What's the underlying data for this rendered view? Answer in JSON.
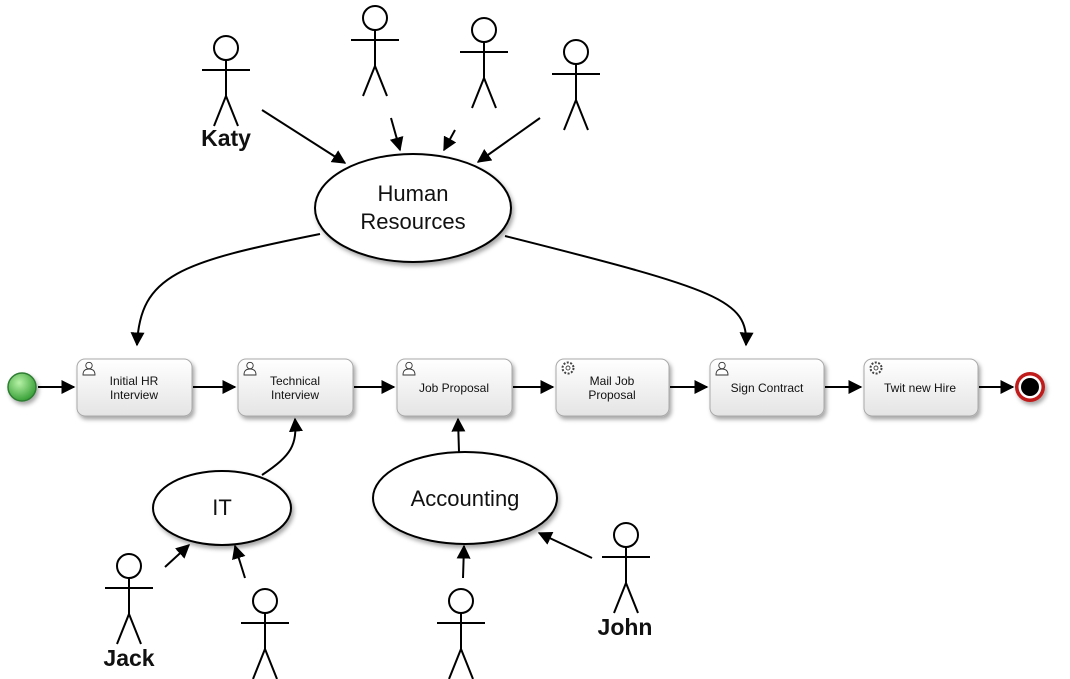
{
  "diagram": {
    "type": "bpmn-process",
    "start_event": "start",
    "end_event": "end",
    "tasks": [
      {
        "id": "t1",
        "label_lines": [
          "Initial HR",
          "Interview"
        ],
        "kind": "user"
      },
      {
        "id": "t2",
        "label_lines": [
          "Technical",
          "Interview"
        ],
        "kind": "user"
      },
      {
        "id": "t3",
        "label_lines": [
          "Job Proposal"
        ],
        "kind": "user"
      },
      {
        "id": "t4",
        "label_lines": [
          "Mail Job",
          "Proposal"
        ],
        "kind": "service"
      },
      {
        "id": "t5",
        "label_lines": [
          "Sign Contract"
        ],
        "kind": "user"
      },
      {
        "id": "t6",
        "label_lines": [
          "Twit new Hire"
        ],
        "kind": "service"
      }
    ],
    "groups": [
      {
        "id": "hr",
        "label_lines": [
          "Human",
          "Resources"
        ]
      },
      {
        "id": "it",
        "label_lines": [
          "IT"
        ]
      },
      {
        "id": "acc",
        "label_lines": [
          "Accounting"
        ]
      }
    ],
    "actors": [
      {
        "id": "a1",
        "name": "Katy",
        "group": "hr"
      },
      {
        "id": "a2",
        "name": "",
        "group": "hr"
      },
      {
        "id": "a3",
        "name": "",
        "group": "hr"
      },
      {
        "id": "a4",
        "name": "",
        "group": "hr"
      },
      {
        "id": "a5",
        "name": "Jack",
        "group": "it"
      },
      {
        "id": "a6",
        "name": "",
        "group": "it"
      },
      {
        "id": "a7",
        "name": "",
        "group": "acc"
      },
      {
        "id": "a8",
        "name": "John",
        "group": "acc"
      }
    ],
    "flow": [
      [
        "start",
        "t1"
      ],
      [
        "t1",
        "t2"
      ],
      [
        "t2",
        "t3"
      ],
      [
        "t3",
        "t4"
      ],
      [
        "t4",
        "t5"
      ],
      [
        "t5",
        "t6"
      ],
      [
        "t6",
        "end"
      ]
    ],
    "assignments": [
      [
        "hr",
        "t1"
      ],
      [
        "hr",
        "t5"
      ],
      [
        "it",
        "t2"
      ],
      [
        "acc",
        "t3"
      ]
    ]
  }
}
